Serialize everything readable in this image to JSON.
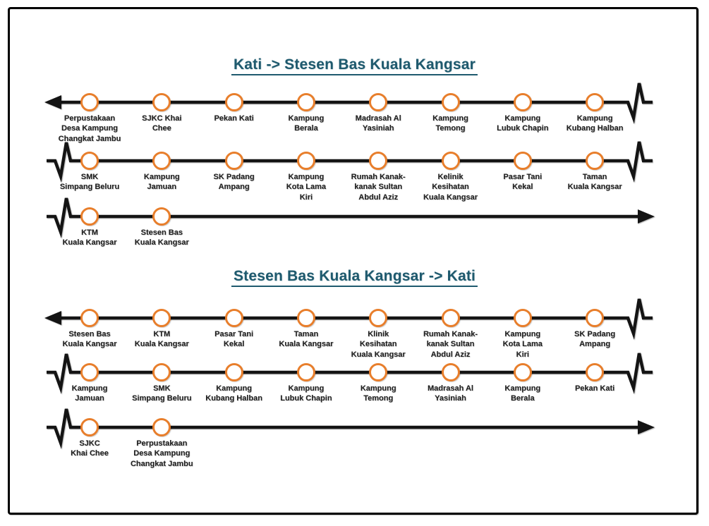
{
  "colors": {
    "stop_ring": "#E87E2B",
    "line": "#141414",
    "title_text": "#1F5A6E",
    "label_text": "#1F1F1F"
  },
  "sections": [
    {
      "title": "Kati -> Stesen Bas Kuala Kangsar",
      "rows": [
        {
          "left_end": "arrow-left",
          "right_end": "pulse",
          "stops": [
            "Perpustakaan\nDesa Kampung\nChangkat Jambu",
            "SJKC Khai\nChee",
            "Pekan Kati",
            "Kampung\nBerala",
            "Madrasah Al\nYasiniah",
            "Kampung\nTemong",
            "Kampung\nLubuk Chapin",
            "Kampung\nKubang Halban"
          ]
        },
        {
          "left_end": "pulse",
          "right_end": "pulse",
          "stops": [
            "SMK\nSimpang Beluru",
            "Kampung\nJamuan",
            "SK Padang\nAmpang",
            "Kampung\nKota Lama\nKiri",
            "Rumah Kanak-\nkanak Sultan\nAbdul Aziz",
            "Kelinik\nKesihatan\nKuala Kangsar",
            "Pasar Tani\nKekal",
            "Taman\nKuala Kangsar"
          ]
        },
        {
          "left_end": "pulse",
          "right_end": "arrow-right",
          "stops": [
            "KTM\nKuala Kangsar",
            "Stesen Bas\nKuala Kangsar"
          ]
        }
      ]
    },
    {
      "title": "Stesen Bas Kuala Kangsar -> Kati",
      "rows": [
        {
          "left_end": "arrow-left",
          "right_end": "pulse",
          "stops": [
            "Stesen Bas\nKuala Kangsar",
            "KTM\nKuala Kangsar",
            "Pasar Tani\nKekal",
            "Taman\nKuala Kangsar",
            "Klinik\nKesihatan\nKuala Kangsar",
            "Rumah Kanak-\nkanak Sultan\nAbdul Aziz",
            "Kampung\nKota Lama\nKiri",
            "SK Padang\nAmpang"
          ]
        },
        {
          "left_end": "pulse",
          "right_end": "pulse",
          "stops": [
            "Kampung\nJamuan",
            "SMK\nSimpang Beluru",
            "Kampung\nKubang Halban",
            "Kampung\nLubuk Chapin",
            "Kampung\nTemong",
            "Madrasah Al\nYasiniah",
            "Kampung\nBerala",
            "Pekan Kati"
          ]
        },
        {
          "left_end": "pulse",
          "right_end": "arrow-right",
          "stops": [
            "SJKC\nKhai Chee",
            "Perpustakaan\nDesa Kampung\nChangkat Jambu"
          ]
        }
      ]
    }
  ]
}
